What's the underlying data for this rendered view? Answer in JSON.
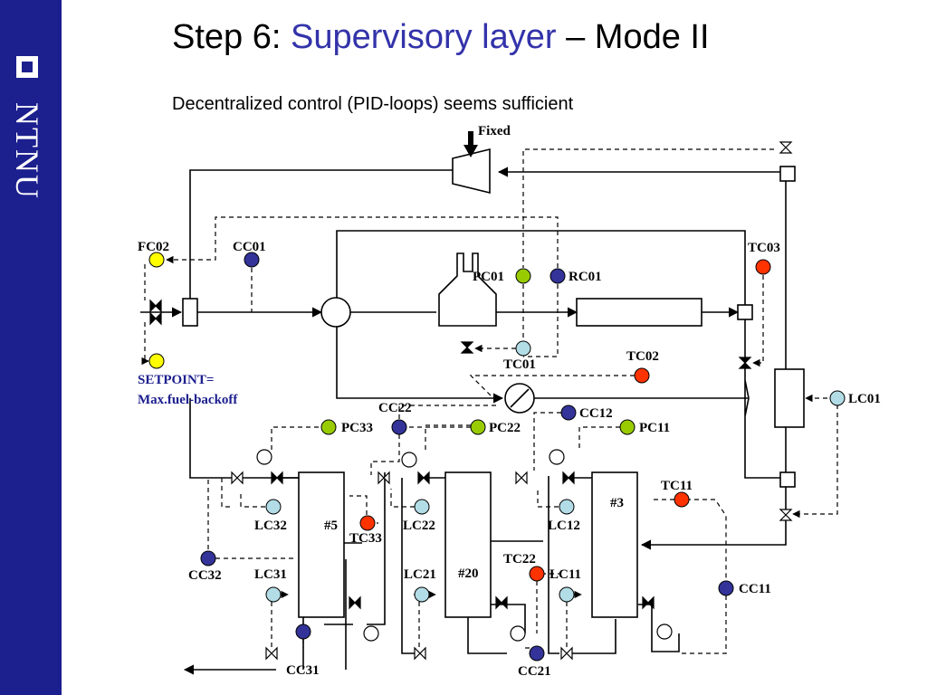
{
  "brand": {
    "logo_text": "NTNU"
  },
  "slide": {
    "title_prefix": "Step 6: ",
    "title_accent": "Supervisory layer",
    "title_suffix": " – Mode II",
    "subtitle": "Decentralized control (PID-loops) seems sufficient"
  },
  "colors": {
    "sidebar": "#1c1f8e",
    "accent_text": "#3333aa",
    "flow_controller": "#ffff00",
    "composition_controller": "#333399",
    "pressure_controller": "#99cc00",
    "temperature_controller": "#ff3300",
    "level_controller": "#b3dde6"
  },
  "diagram": {
    "fixed_label": "Fixed",
    "setpoint_note": [
      "SETPOINT=",
      "Max.fuel-backoff"
    ],
    "column_labels": {
      "c5": "#5",
      "c20": "#20",
      "c3": "#3"
    },
    "controllers": {
      "FC02": "FC02",
      "CC01": "CC01",
      "PC01": "PC01",
      "RC01": "RC01",
      "TC01": "TC01",
      "TC02": "TC02",
      "TC03": "TC03",
      "LC01": "LC01",
      "CC22": "CC22",
      "PC33": "PC33",
      "PC22": "PC22",
      "CC12": "CC12",
      "PC11": "PC11",
      "TC11": "TC11",
      "LC32": "LC32",
      "LC22": "LC22",
      "LC12": "LC12",
      "TC33": "TC33",
      "CC32": "CC32",
      "TC22": "TC22",
      "LC31": "LC31",
      "LC21": "LC21",
      "LC11": "LC11",
      "CC11": "CC11",
      "CC31": "CC31",
      "CC21": "CC21"
    }
  }
}
